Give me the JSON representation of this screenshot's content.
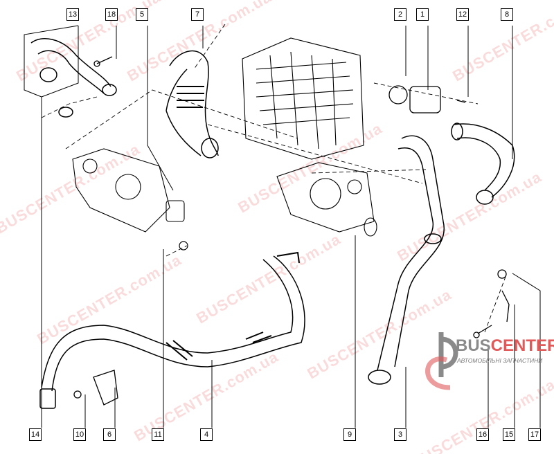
{
  "watermark": "BUSCENTER.com.ua",
  "logo": {
    "name_part1": "BUS",
    "name_part2": "CENTER",
    "subtitle": "АВТОМОБІЛЬНІ ЗАПЧАСТИНИ"
  },
  "callouts": {
    "c13": "13",
    "c18": "18",
    "c5": "5",
    "c7": "7",
    "c2": "2",
    "c1": "1",
    "c12": "12",
    "c8": "8",
    "c14": "14",
    "c10": "10",
    "c6": "6",
    "c11": "11",
    "c4": "4",
    "c9": "9",
    "c3": "3",
    "c16": "16",
    "c15": "15",
    "c17": "17"
  },
  "colors": {
    "accent": "#e05a5a",
    "line": "#000000"
  }
}
